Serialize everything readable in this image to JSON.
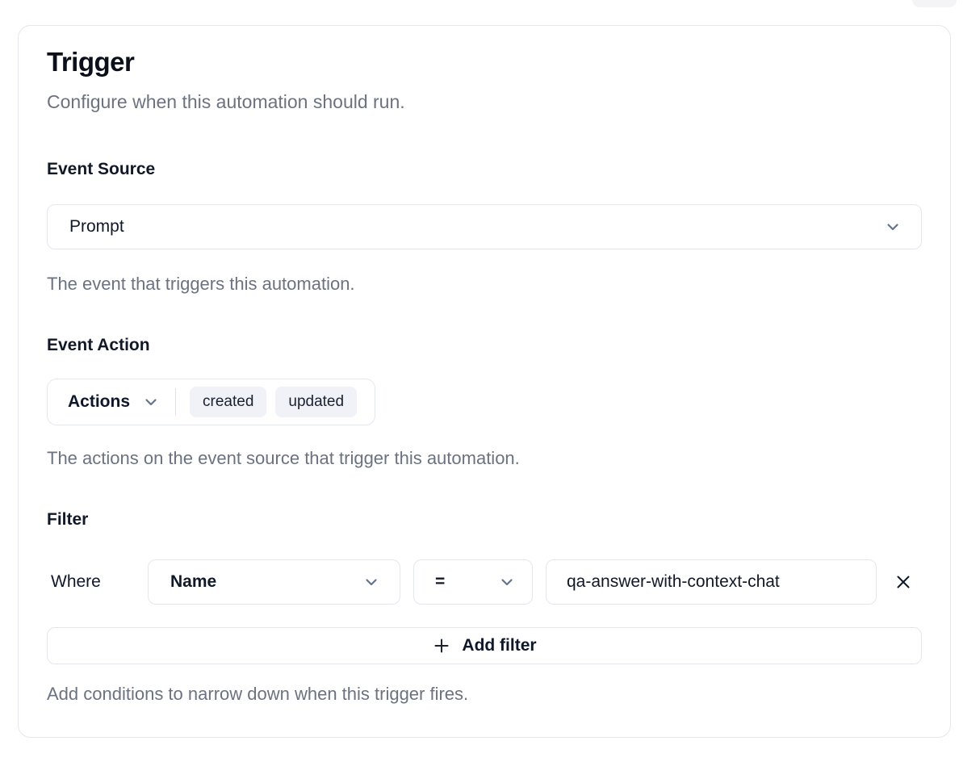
{
  "page": {
    "title": "Trigger",
    "subtitle": "Configure when this automation should run."
  },
  "event_source": {
    "label": "Event Source",
    "selected": "Prompt",
    "helper": "The event that triggers this automation."
  },
  "event_action": {
    "label": "Event Action",
    "dropdown_label": "Actions",
    "tags": [
      "created",
      "updated"
    ],
    "helper": "The actions on the event source that trigger this automation."
  },
  "filter": {
    "label": "Filter",
    "where_label": "Where",
    "field_selected": "Name",
    "operator_selected": "=",
    "value": "qa-answer-with-context-chat",
    "add_button_label": "Add filter",
    "helper": "Add conditions to narrow down when this trigger fires."
  },
  "icons": {
    "chevron": "chevron-down-icon",
    "close": "close-icon",
    "plus": "plus-icon"
  },
  "colors": {
    "text_dark": "#0f172a",
    "helper_text": "#6b7280",
    "border": "#e4e7ec",
    "tag_bg": "#f0f2f7",
    "icon_gray": "#64748b"
  }
}
